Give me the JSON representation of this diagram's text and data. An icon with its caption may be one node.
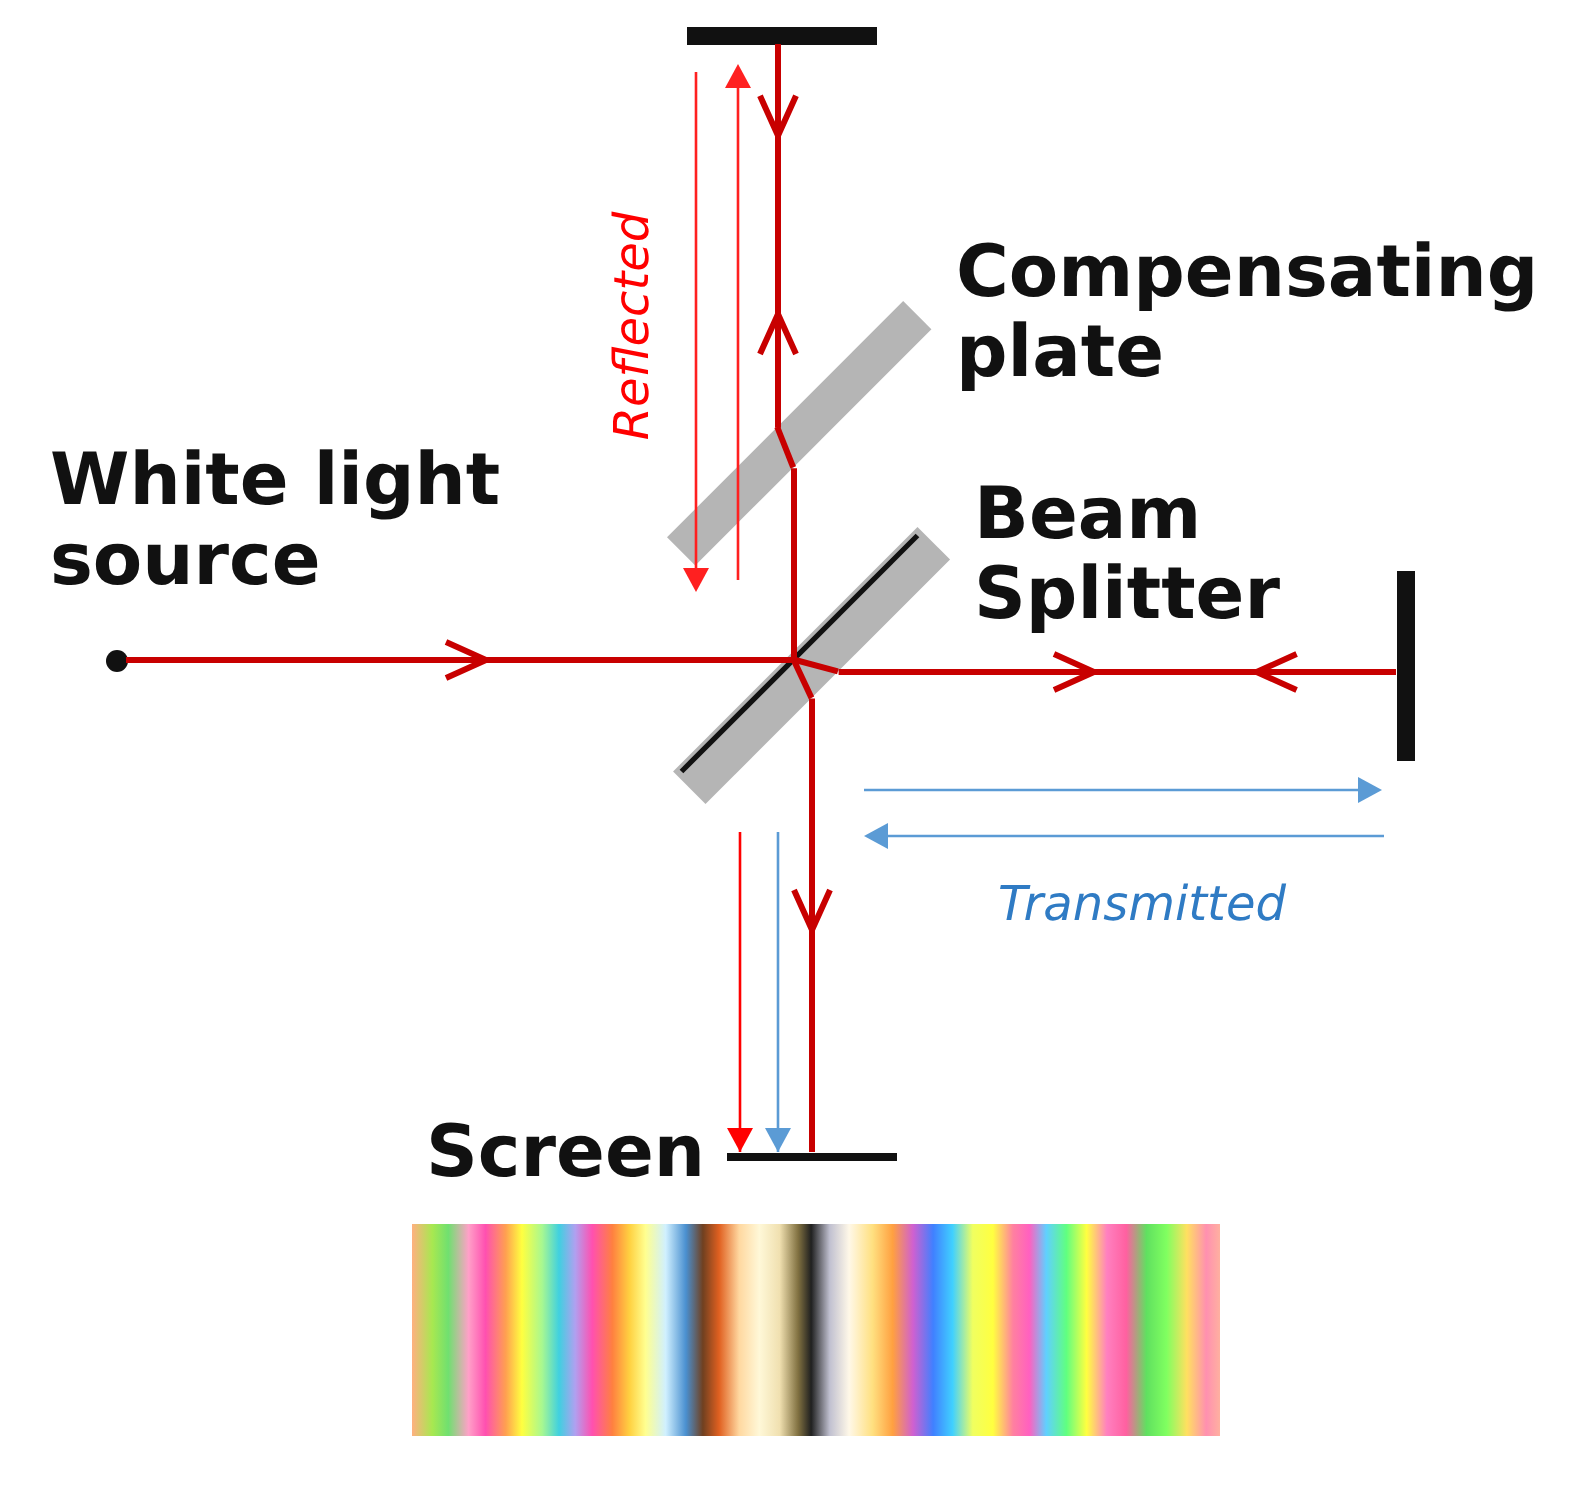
{
  "diagram": {
    "nodes": [
      {
        "text": [],
        "shape": "bar"
      },
      {
        "text": [],
        "shape": "bar",
        "beside": [
          "Compensating plate"
        ]
      },
      {
        "text": [],
        "shape": "circle",
        "beside": [
          "White light source"
        ]
      },
      {
        "text": [],
        "shape": "bar",
        "beside": [
          "Beam Splitter"
        ]
      },
      {
        "text": [],
        "shape": "bar"
      },
      {
        "text": [],
        "shape": "bar",
        "beside": [
          "Screen"
        ]
      },
      {
        "text": [],
        "shape": "picture"
      }
    ],
    "edges": [
      {
        "from": 2,
        "to": 3,
        "arrow": "to"
      },
      {
        "from": 3,
        "to": 1,
        "arrow": "none"
      },
      {
        "from": 1,
        "to": 0,
        "arrow": "both"
      },
      {
        "from": 3,
        "to": 4,
        "arrow": "both"
      },
      {
        "from": 3,
        "to": 5,
        "arrow": "to"
      },
      {
        "from": null,
        "to": 5,
        "arrow": "to",
        "color": "#ff0000"
      },
      {
        "from": null,
        "to": 5,
        "arrow": "to",
        "color": "#5b9bd5"
      }
    ],
    "labels": [
      "Reflected",
      "Transmitted"
    ]
  }
}
